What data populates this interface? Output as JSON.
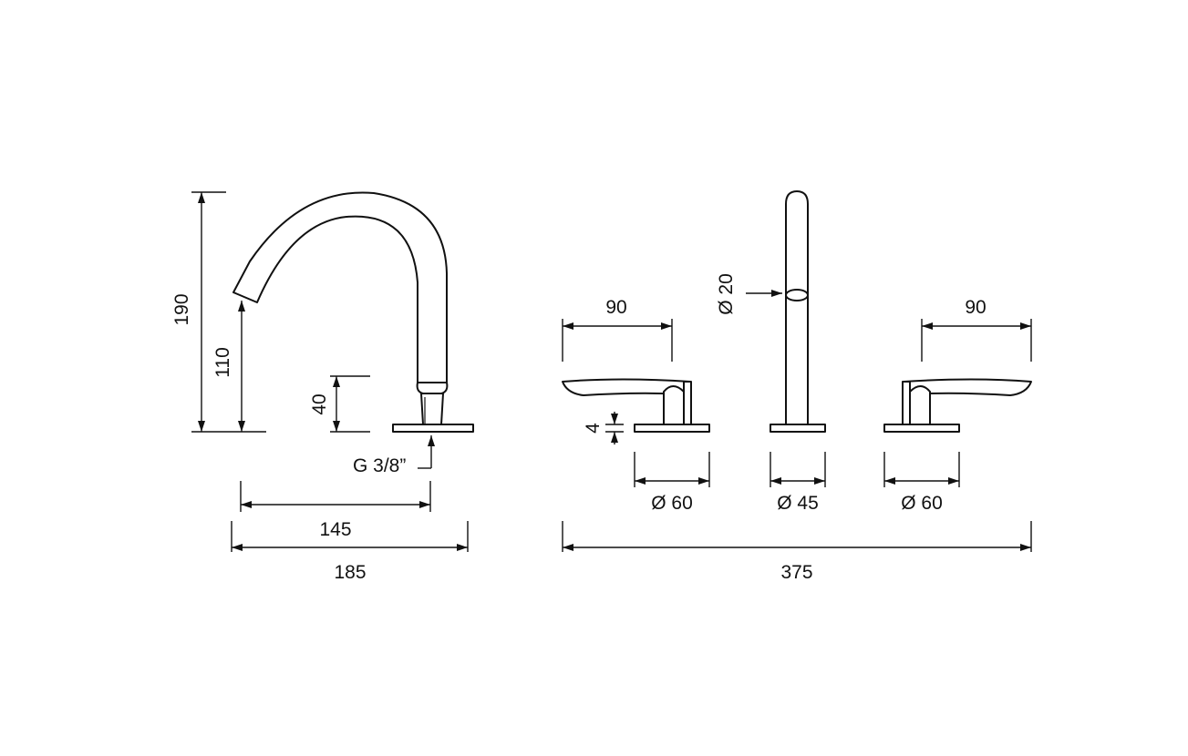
{
  "dimensions": {
    "total_height": "190",
    "outlet_height": "110",
    "base_height": "40",
    "thread": "G 3/8”",
    "spout_projection": "145",
    "spout_depth": "185",
    "left_handle_length": "90",
    "right_handle_length": "90",
    "spout_diameter": "Ø 20",
    "base_thickness": "4",
    "left_base_diameter": "Ø 60",
    "center_base_diameter": "Ø 45",
    "right_base_diameter": "Ø 60",
    "overall_width": "375"
  },
  "colors": {
    "line": "#111111",
    "background": "#ffffff"
  }
}
